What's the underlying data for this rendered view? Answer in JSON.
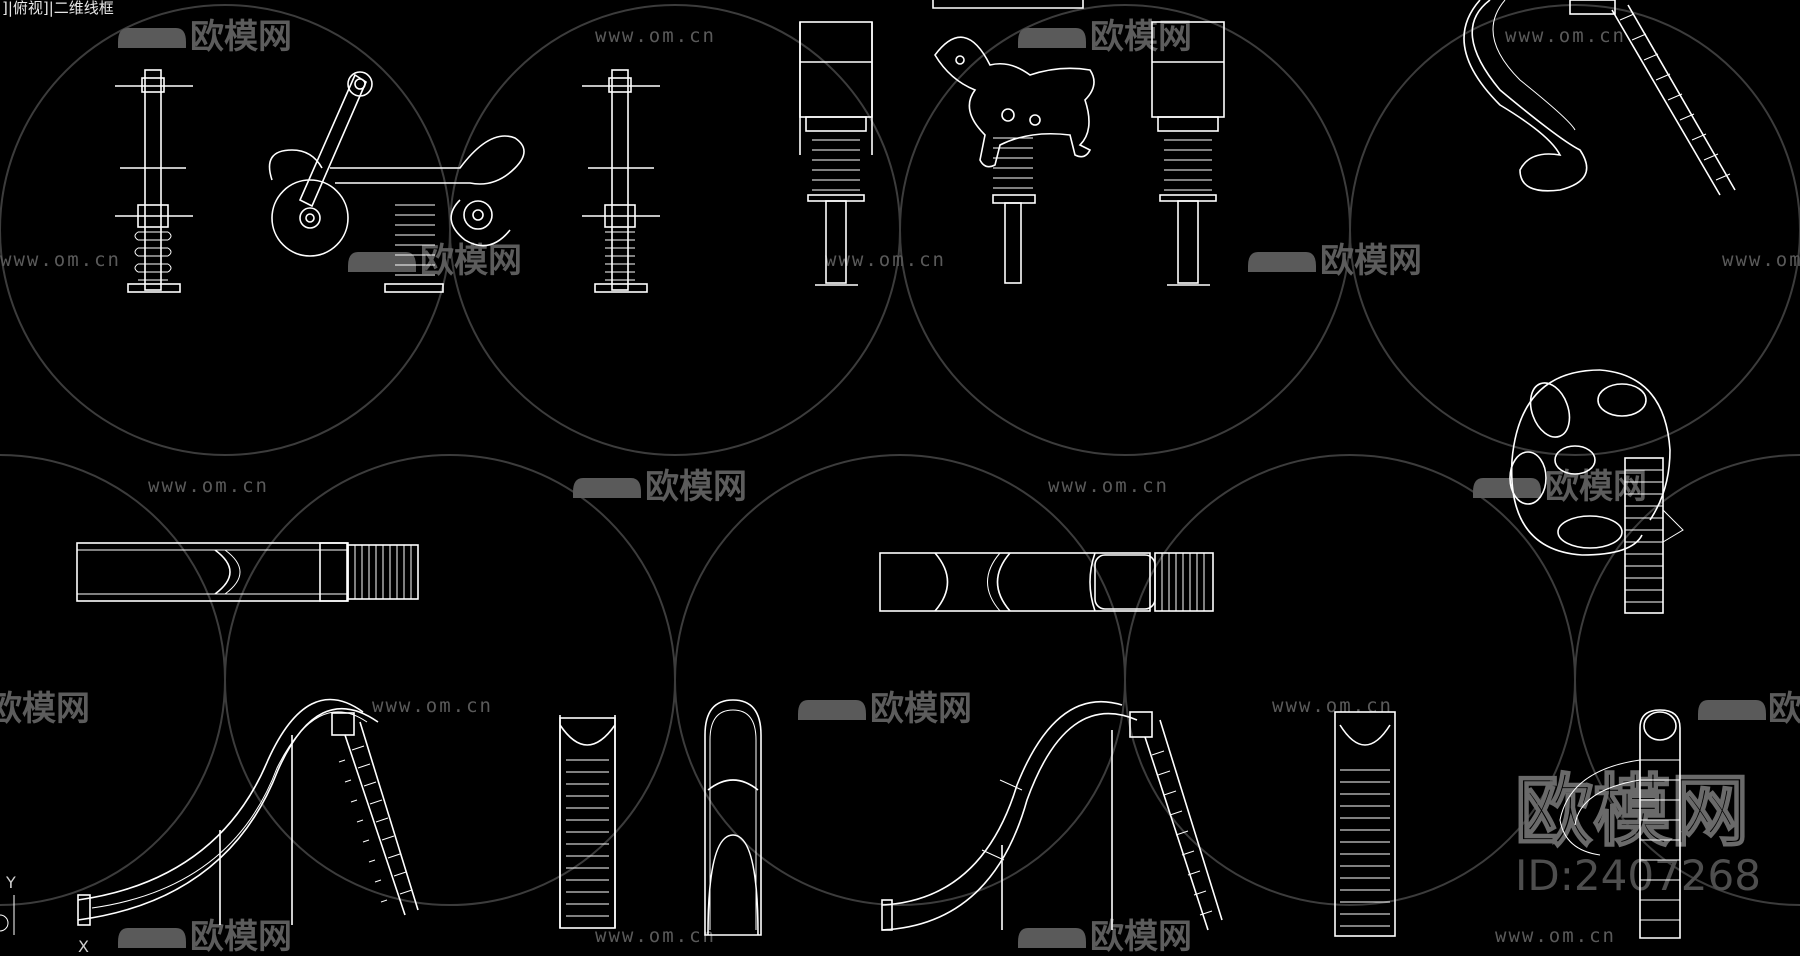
{
  "viewport": {
    "label": "]|俯视]|二维线框",
    "background": "#000000",
    "line_color": "#ffffff"
  },
  "watermark": {
    "url_text": "www.om.cn",
    "brand_text": "欧模网",
    "big_text": "欧模网",
    "id_text": "ID:2407268",
    "color": "#5a5a5a"
  },
  "ucs": {
    "y_label": "Y",
    "x_label": "X"
  },
  "drawings": [
    {
      "name": "spring-rider-front-view-left",
      "type": "spring-rider"
    },
    {
      "name": "spring-rider-scooter-side-view",
      "type": "spring-rider"
    },
    {
      "name": "spring-rider-front-view-right",
      "type": "spring-rider"
    },
    {
      "name": "spring-rider-seat-front-view-a",
      "type": "spring-rider"
    },
    {
      "name": "spring-rider-horse-side-view",
      "type": "spring-rider"
    },
    {
      "name": "spring-rider-seat-front-view-b",
      "type": "spring-rider"
    },
    {
      "name": "spiral-slide-elevation-top-right",
      "type": "slide"
    },
    {
      "name": "straight-slide-plan-left",
      "type": "slide"
    },
    {
      "name": "straight-slide-plan-center",
      "type": "slide"
    },
    {
      "name": "spiral-slide-plan-right",
      "type": "slide"
    },
    {
      "name": "wave-slide-elevation-left",
      "type": "slide"
    },
    {
      "name": "slide-ladder-front-view",
      "type": "slide"
    },
    {
      "name": "slide-chute-front-view",
      "type": "slide"
    },
    {
      "name": "wave-slide-elevation-center",
      "type": "slide"
    },
    {
      "name": "slide-ladder-front-view-right",
      "type": "slide"
    },
    {
      "name": "spiral-slide-elevation-bottom-right",
      "type": "slide"
    }
  ]
}
